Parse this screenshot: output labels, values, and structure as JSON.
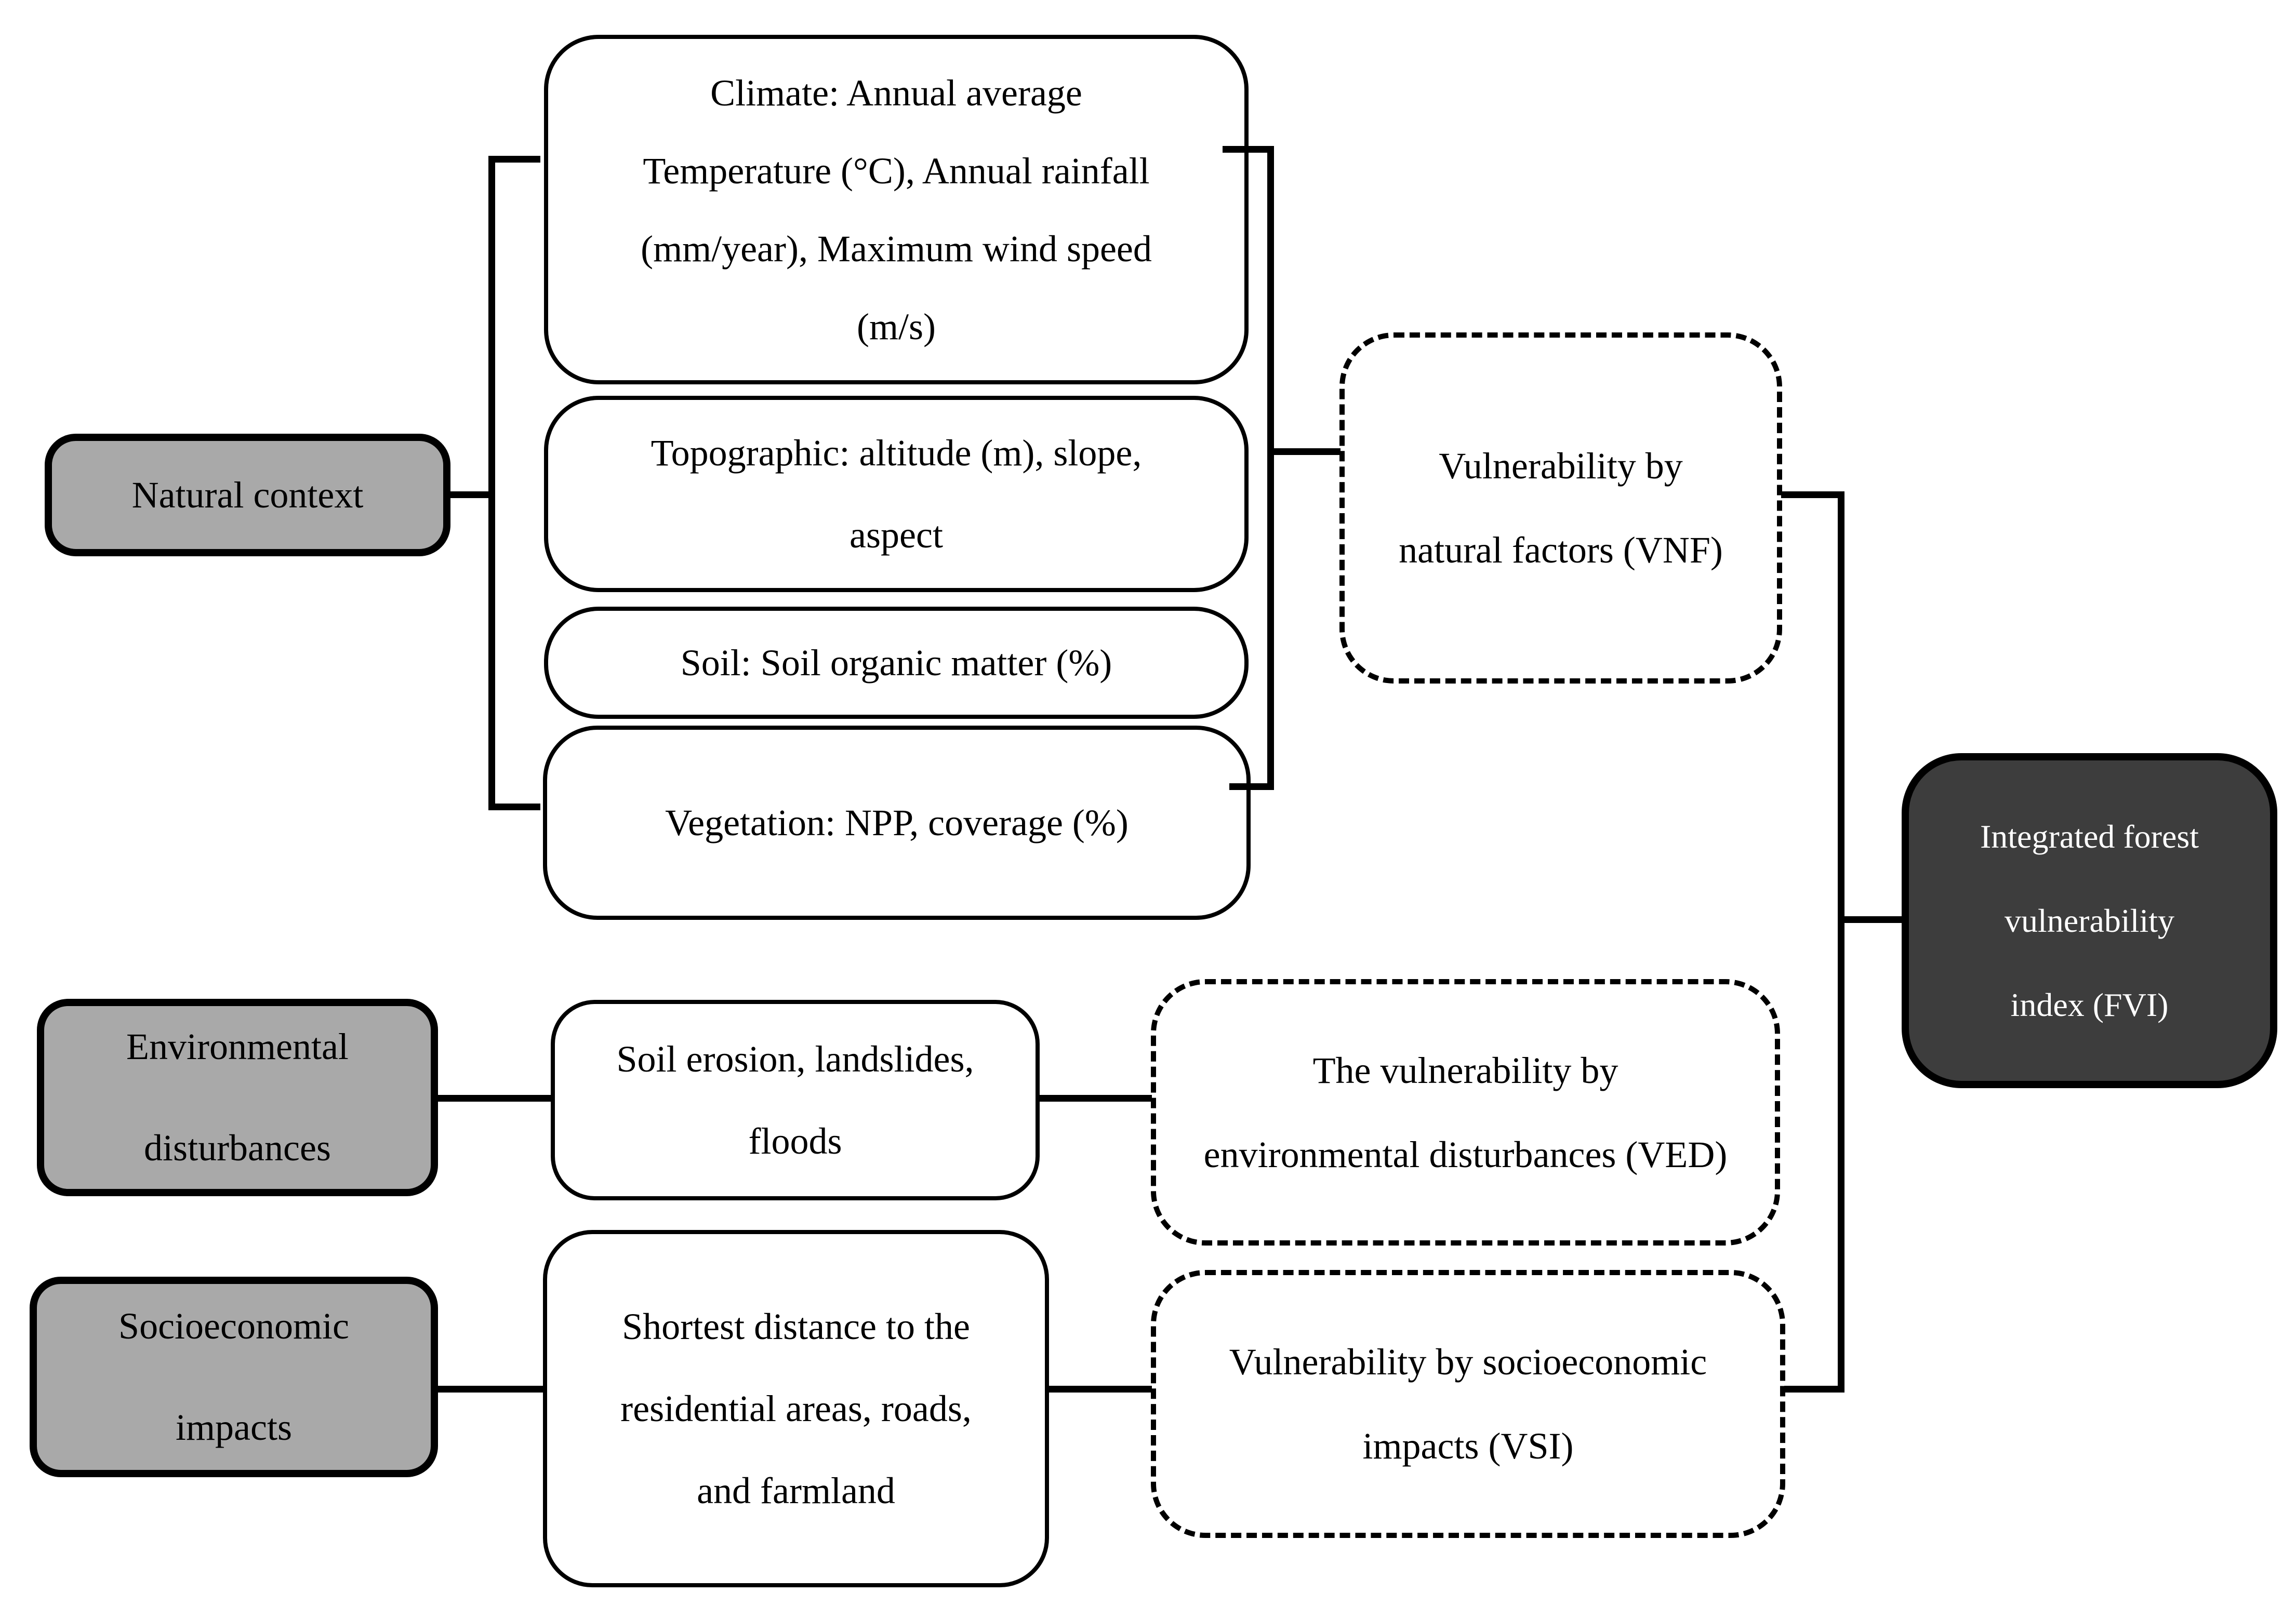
{
  "colors": {
    "category_fill": "#a9a9a9",
    "factor_fill": "#ffffff",
    "output_fill": "#3d3d3d",
    "line_color": "#000000",
    "output_text_color": "#ffffff"
  },
  "boxes": {
    "natural_context": {
      "label": "Natural context"
    },
    "environmental_disturbances": {
      "lines": [
        "Environmental",
        "disturbances"
      ]
    },
    "socioeconomic_impacts": {
      "lines": [
        "Socioeconomic",
        "impacts"
      ]
    },
    "climate": {
      "lines": [
        "Climate: Annual average",
        "Temperature (°C), Annual rainfall",
        "(mm/year), Maximum wind speed",
        "(m/s)"
      ]
    },
    "topographic": {
      "lines": [
        "Topographic: altitude (m), slope,",
        "aspect"
      ]
    },
    "soil": {
      "label": "Soil: Soil organic matter (%)"
    },
    "vegetation": {
      "label": "Vegetation: NPP, coverage (%)"
    },
    "soil_erosion": {
      "lines": [
        "Soil erosion, landslides,",
        "floods"
      ]
    },
    "shortest_distance": {
      "lines": [
        "Shortest distance to the",
        "residential areas, roads,",
        "and farmland"
      ]
    },
    "vnf": {
      "lines": [
        "Vulnerability by",
        "natural factors (VNF)"
      ]
    },
    "ved": {
      "lines": [
        "The vulnerability by",
        "environmental disturbances (VED)"
      ]
    },
    "vsi": {
      "lines": [
        "Vulnerability by socioeconomic",
        "impacts (VSI)"
      ]
    },
    "fvi": {
      "lines": [
        "Integrated forest",
        "vulnerability",
        "index (FVI)"
      ]
    }
  }
}
